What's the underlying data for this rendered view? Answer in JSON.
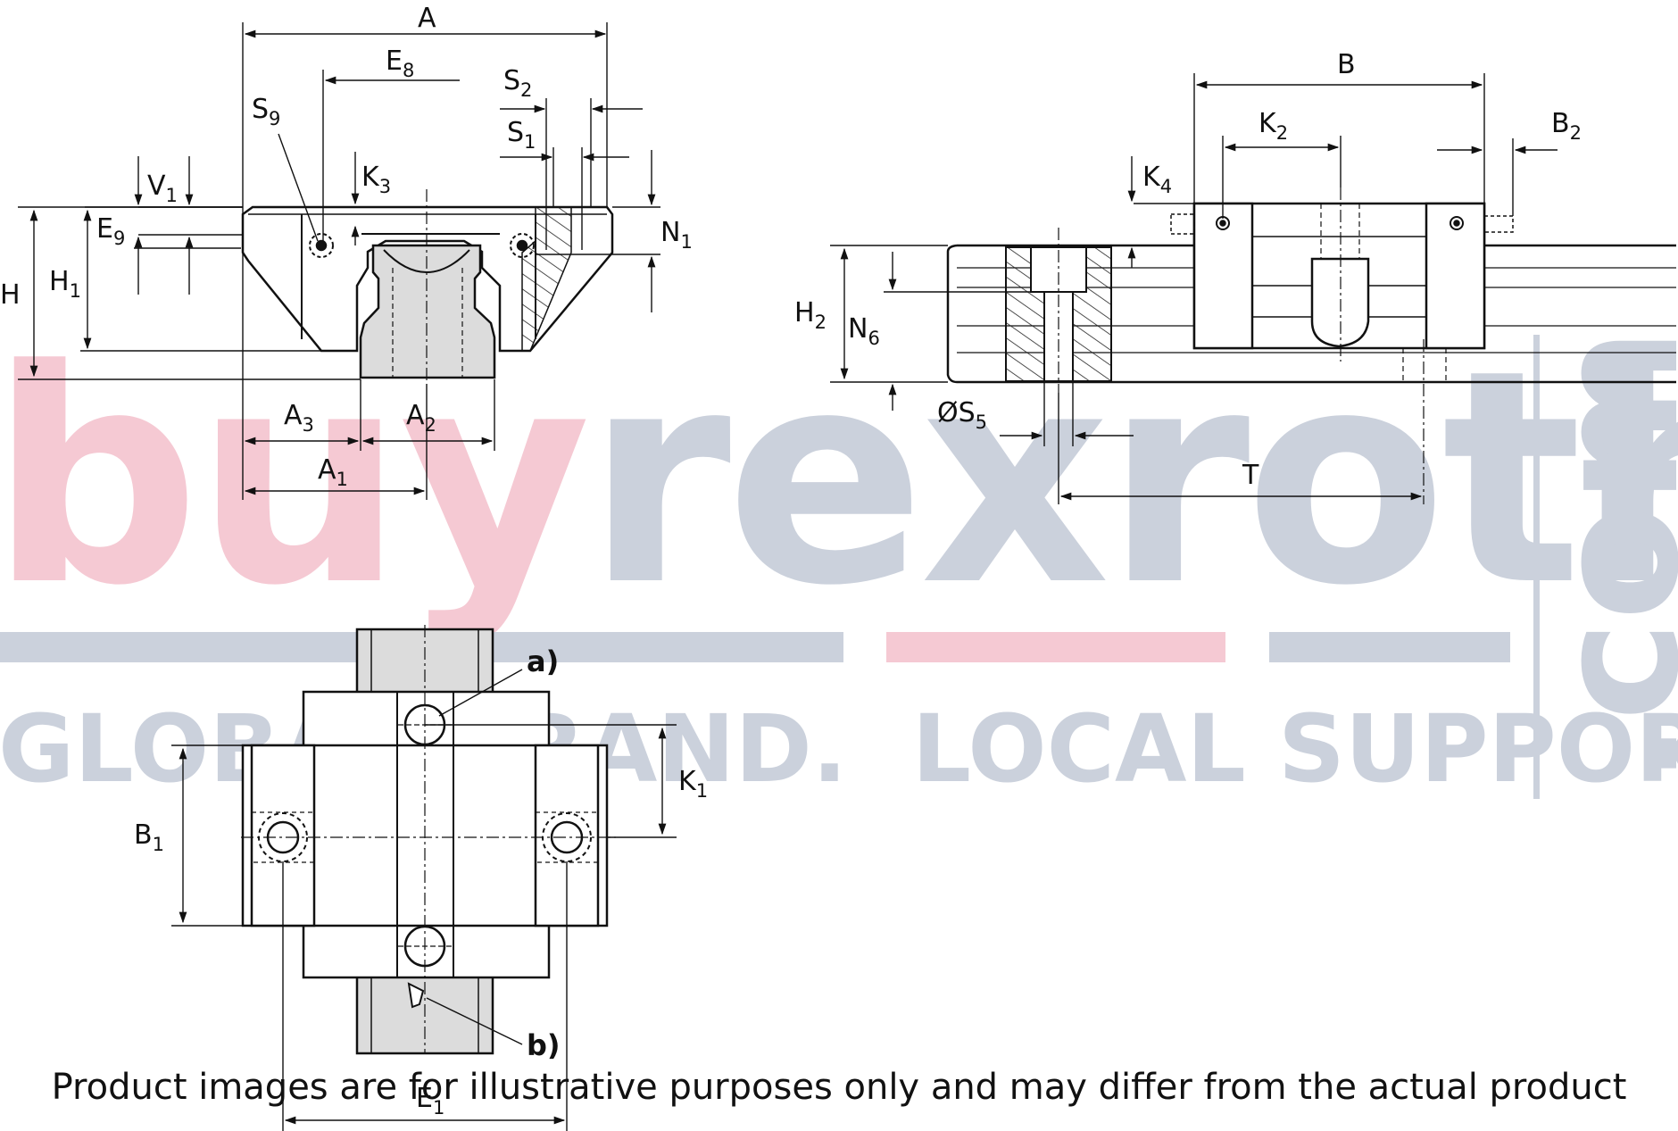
{
  "watermark": {
    "brand_part1": "buy",
    "brand_part2": "rexroth",
    "tld": ".com",
    "tagline": "GLOBAL BRAND.  LOCAL SUPPORT.",
    "colors": {
      "pink": "#f5c9d3",
      "grey": "#cbd1dc"
    }
  },
  "labels": {
    "A": "A",
    "E8": "E",
    "E8_sub": "8",
    "S2": "S",
    "S2_sub": "2",
    "S1": "S",
    "S1_sub": "1",
    "S9": "S",
    "S9_sub": "9",
    "K3": "K",
    "K3_sub": "3",
    "V1": "V",
    "V1_sub": "1",
    "E9": "E",
    "E9_sub": "9",
    "N1": "N",
    "N1_sub": "1",
    "H": "H",
    "H1": "H",
    "H1_sub": "1",
    "A3": "A",
    "A3_sub": "3",
    "A2": "A",
    "A2_sub": "2",
    "A1": "A",
    "A1_sub": "1",
    "B": "B",
    "K2": "K",
    "K2_sub": "2",
    "B2": "B",
    "B2_sub": "2",
    "K4": "K",
    "K4_sub": "4",
    "H2": "H",
    "H2_sub": "2",
    "N6": "N",
    "N6_sub": "6",
    "S5": "ØS",
    "S5_sub": "5",
    "T": "T",
    "K1": "K",
    "K1_sub": "1",
    "B1": "B",
    "B1_sub": "1",
    "E1": "E",
    "E1_sub": "1",
    "callout_a": "a)",
    "callout_b": "b)"
  },
  "disclaimer": "Product images are for illustrative purposes only and may differ from the actual product"
}
